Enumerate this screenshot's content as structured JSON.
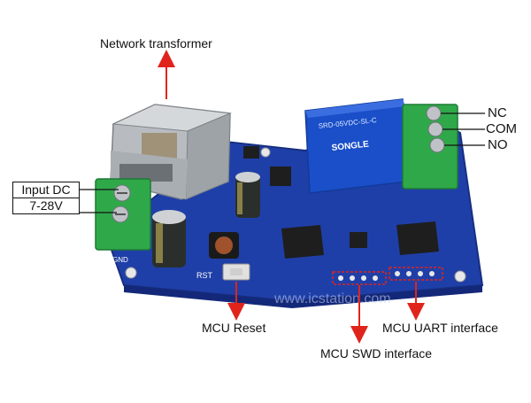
{
  "callouts": {
    "network_transformer": "Network transformer",
    "input_dc_line1": "Input DC",
    "input_dc_line2": "7-28V",
    "nc": "NC",
    "com": "COM",
    "no": "NO",
    "mcu_reset": "MCU Reset",
    "mcu_uart": "MCU UART interface",
    "mcu_swd": "MCU SWD interface"
  },
  "board_markings": {
    "relay_text": "SRD-05VDC-SL-C",
    "relay_brand": "SONGLE",
    "rst": "RST",
    "gnd": "GND",
    "watermark": "www.icstation.com"
  },
  "colors": {
    "pcb": "#1f3fa8",
    "terminal": "#2fa84a",
    "relay": "#1a4fc9",
    "arrow": "#e0241b"
  }
}
